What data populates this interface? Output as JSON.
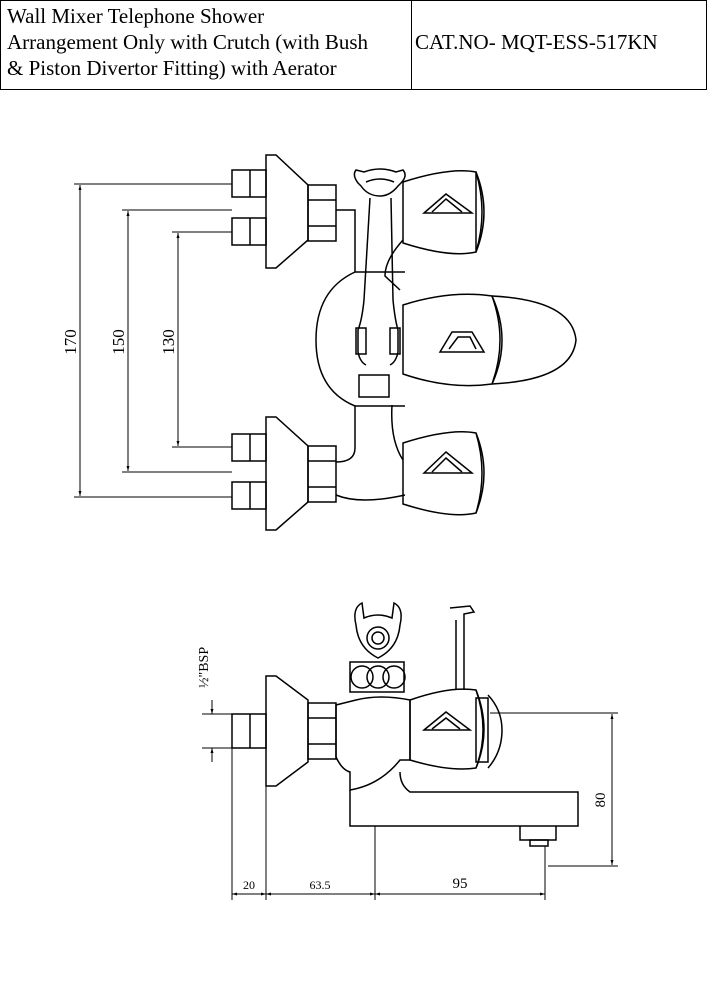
{
  "header": {
    "title_lines": [
      "Wall Mixer Telephone Shower",
      "Arrangement Only with Crutch (with Bush",
      "& Piston Divertor Fitting) with Aerator"
    ],
    "catalog_number": "CAT.NO- MQT-ESS-517KN"
  },
  "front_view": {
    "dimensions": {
      "dim_170": "170",
      "dim_150": "150",
      "dim_130": "130"
    }
  },
  "side_view": {
    "dimensions": {
      "bsp_fraction": "½\"",
      "bsp_label": "BSP",
      "dim_80": "80",
      "dim_20": "20",
      "dim_63_5": "63.5",
      "dim_95": "95"
    }
  }
}
